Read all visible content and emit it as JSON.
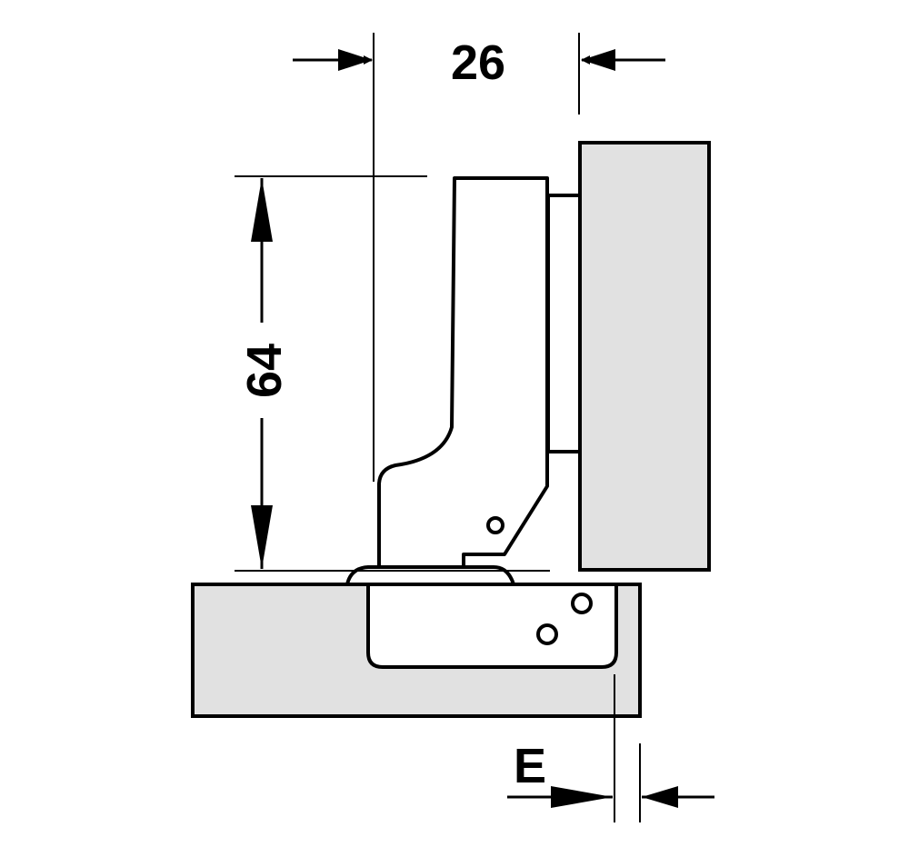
{
  "dimensions": {
    "width_label": "26",
    "height_label": "64",
    "overlay_label": "E"
  },
  "colors": {
    "panel_fill": "#e1e1e1",
    "outline": "#000000",
    "background": "#ffffff"
  }
}
